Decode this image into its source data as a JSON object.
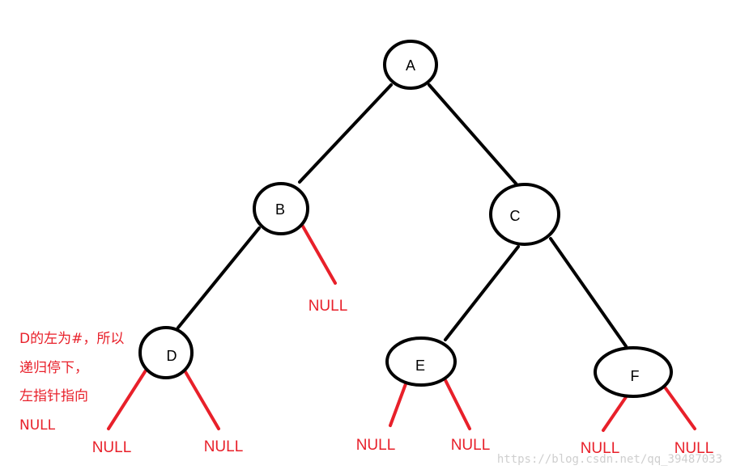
{
  "nodes": [
    {
      "id": "A",
      "label": "A"
    },
    {
      "id": "B",
      "label": "B"
    },
    {
      "id": "C",
      "label": "C"
    },
    {
      "id": "D",
      "label": "D"
    },
    {
      "id": "E",
      "label": "E"
    },
    {
      "id": "F",
      "label": "F"
    }
  ],
  "null_label": "NULL",
  "annotation": [
    "D的左为#，所以",
    "递归停下，",
    "左指针指向",
    "NULL"
  ],
  "watermark": "https://blog.csdn.net/qq_39487033",
  "colors": {
    "edge": "#000000",
    "null_edge": "#e8202a",
    "annotation": "#e8202a",
    "node_border": "#000000"
  }
}
